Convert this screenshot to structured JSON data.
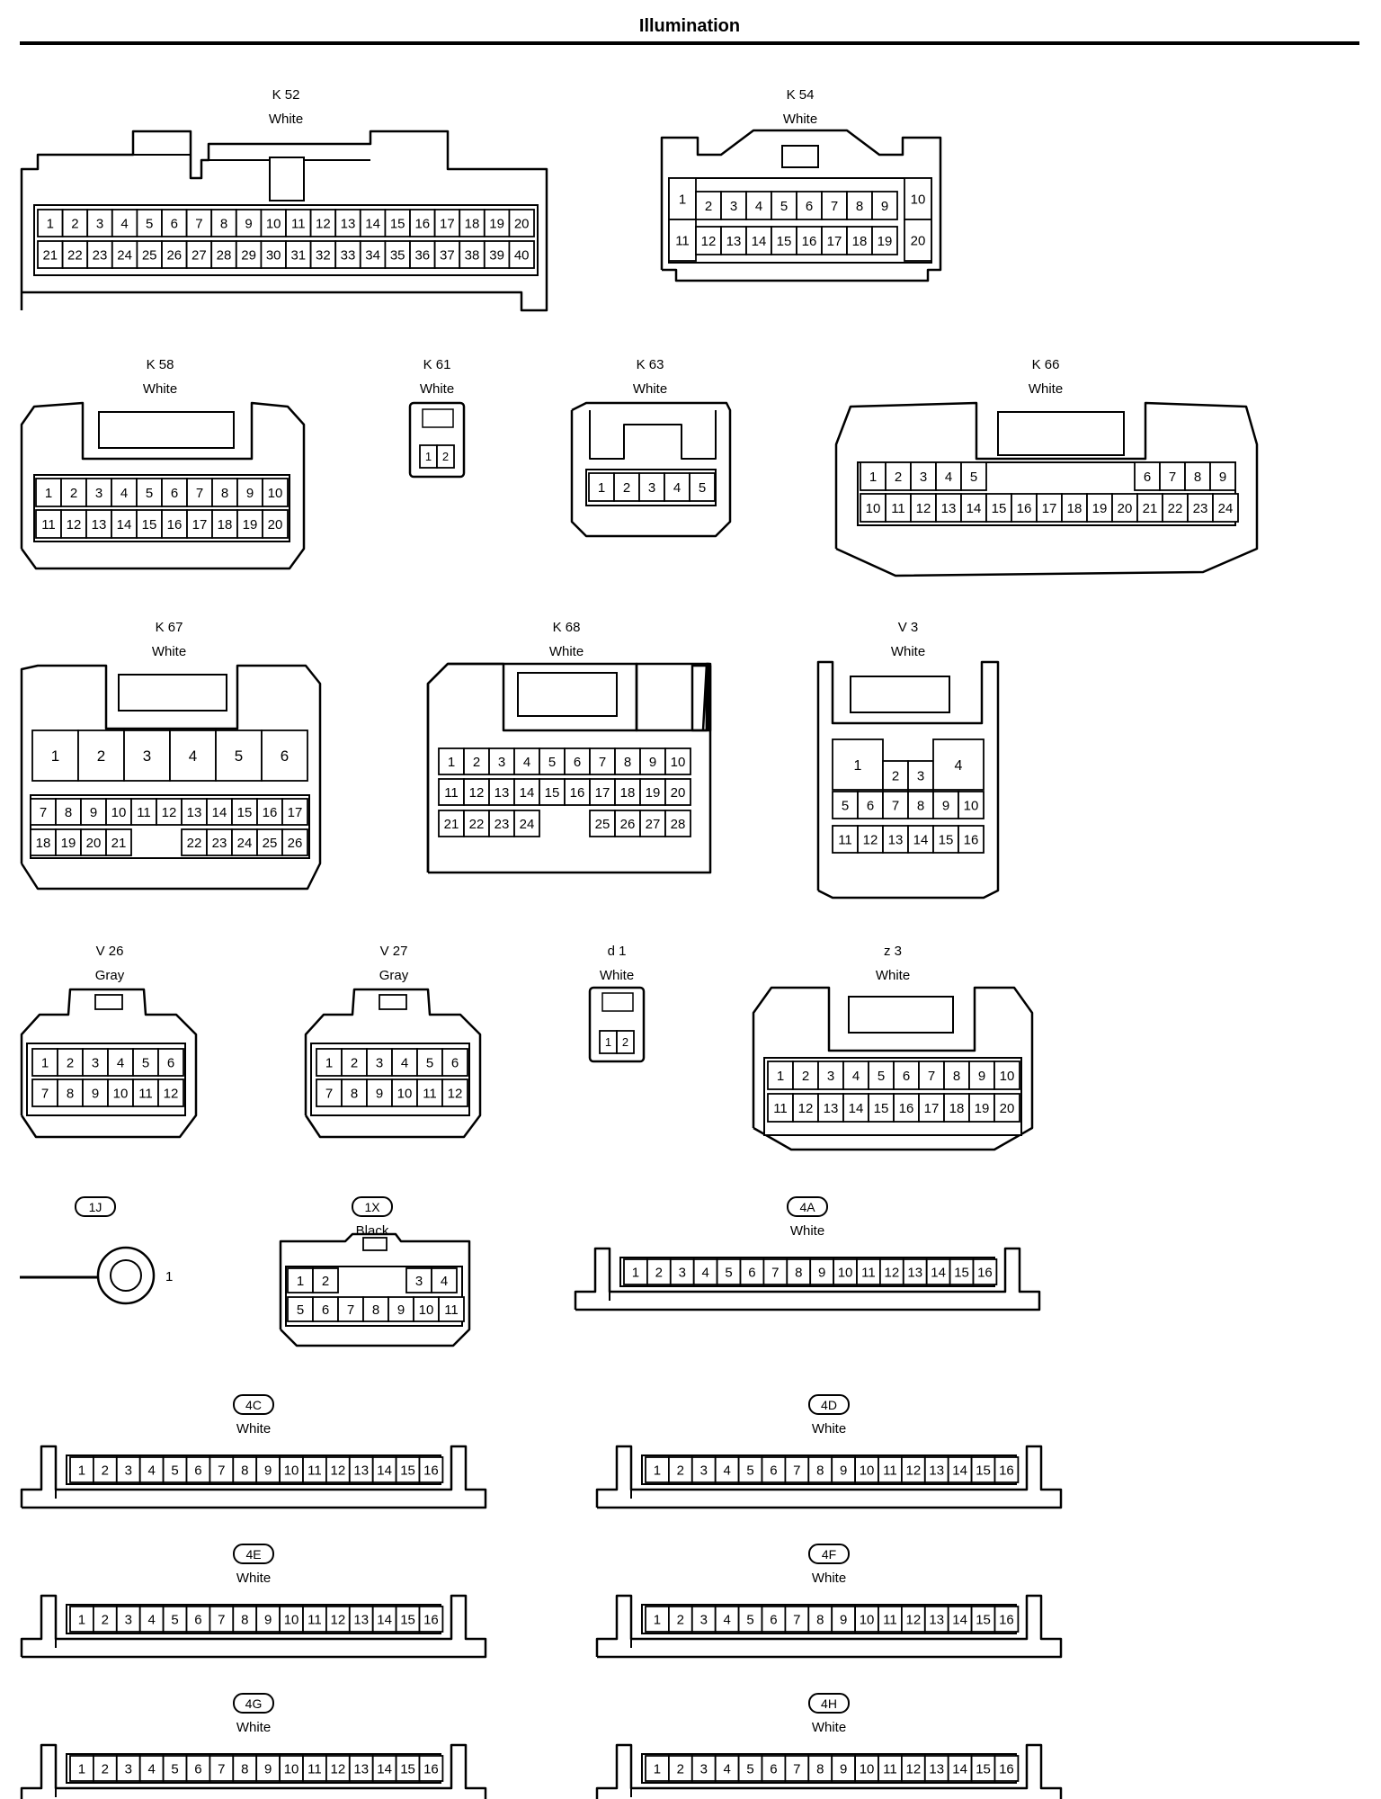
{
  "page": {
    "title": "Illumination"
  },
  "connectors": [
    {
      "id": "K 52",
      "color": "White"
    },
    {
      "id": "K 54",
      "color": "White"
    },
    {
      "id": "K 58",
      "color": "White"
    },
    {
      "id": "K 61",
      "color": "White"
    },
    {
      "id": "K 63",
      "color": "White"
    },
    {
      "id": "K 66",
      "color": "White"
    },
    {
      "id": "K 67",
      "color": "White"
    },
    {
      "id": "K 68",
      "color": "White"
    },
    {
      "id": "V 3",
      "color": "White"
    },
    {
      "id": "V 26",
      "color": "Gray"
    },
    {
      "id": "V 27",
      "color": "Gray"
    },
    {
      "id": "d 1",
      "color": "White"
    },
    {
      "id": "z 3",
      "color": "White"
    },
    {
      "id": "1J",
      "color": "",
      "pin_label": "1"
    },
    {
      "id": "1X",
      "color": "Black"
    },
    {
      "id": "4A",
      "color": "White"
    },
    {
      "id": "4C",
      "color": "White"
    },
    {
      "id": "4D",
      "color": "White"
    },
    {
      "id": "4E",
      "color": "White"
    },
    {
      "id": "4F",
      "color": "White"
    },
    {
      "id": "4G",
      "color": "White"
    },
    {
      "id": "4H",
      "color": "White"
    }
  ]
}
